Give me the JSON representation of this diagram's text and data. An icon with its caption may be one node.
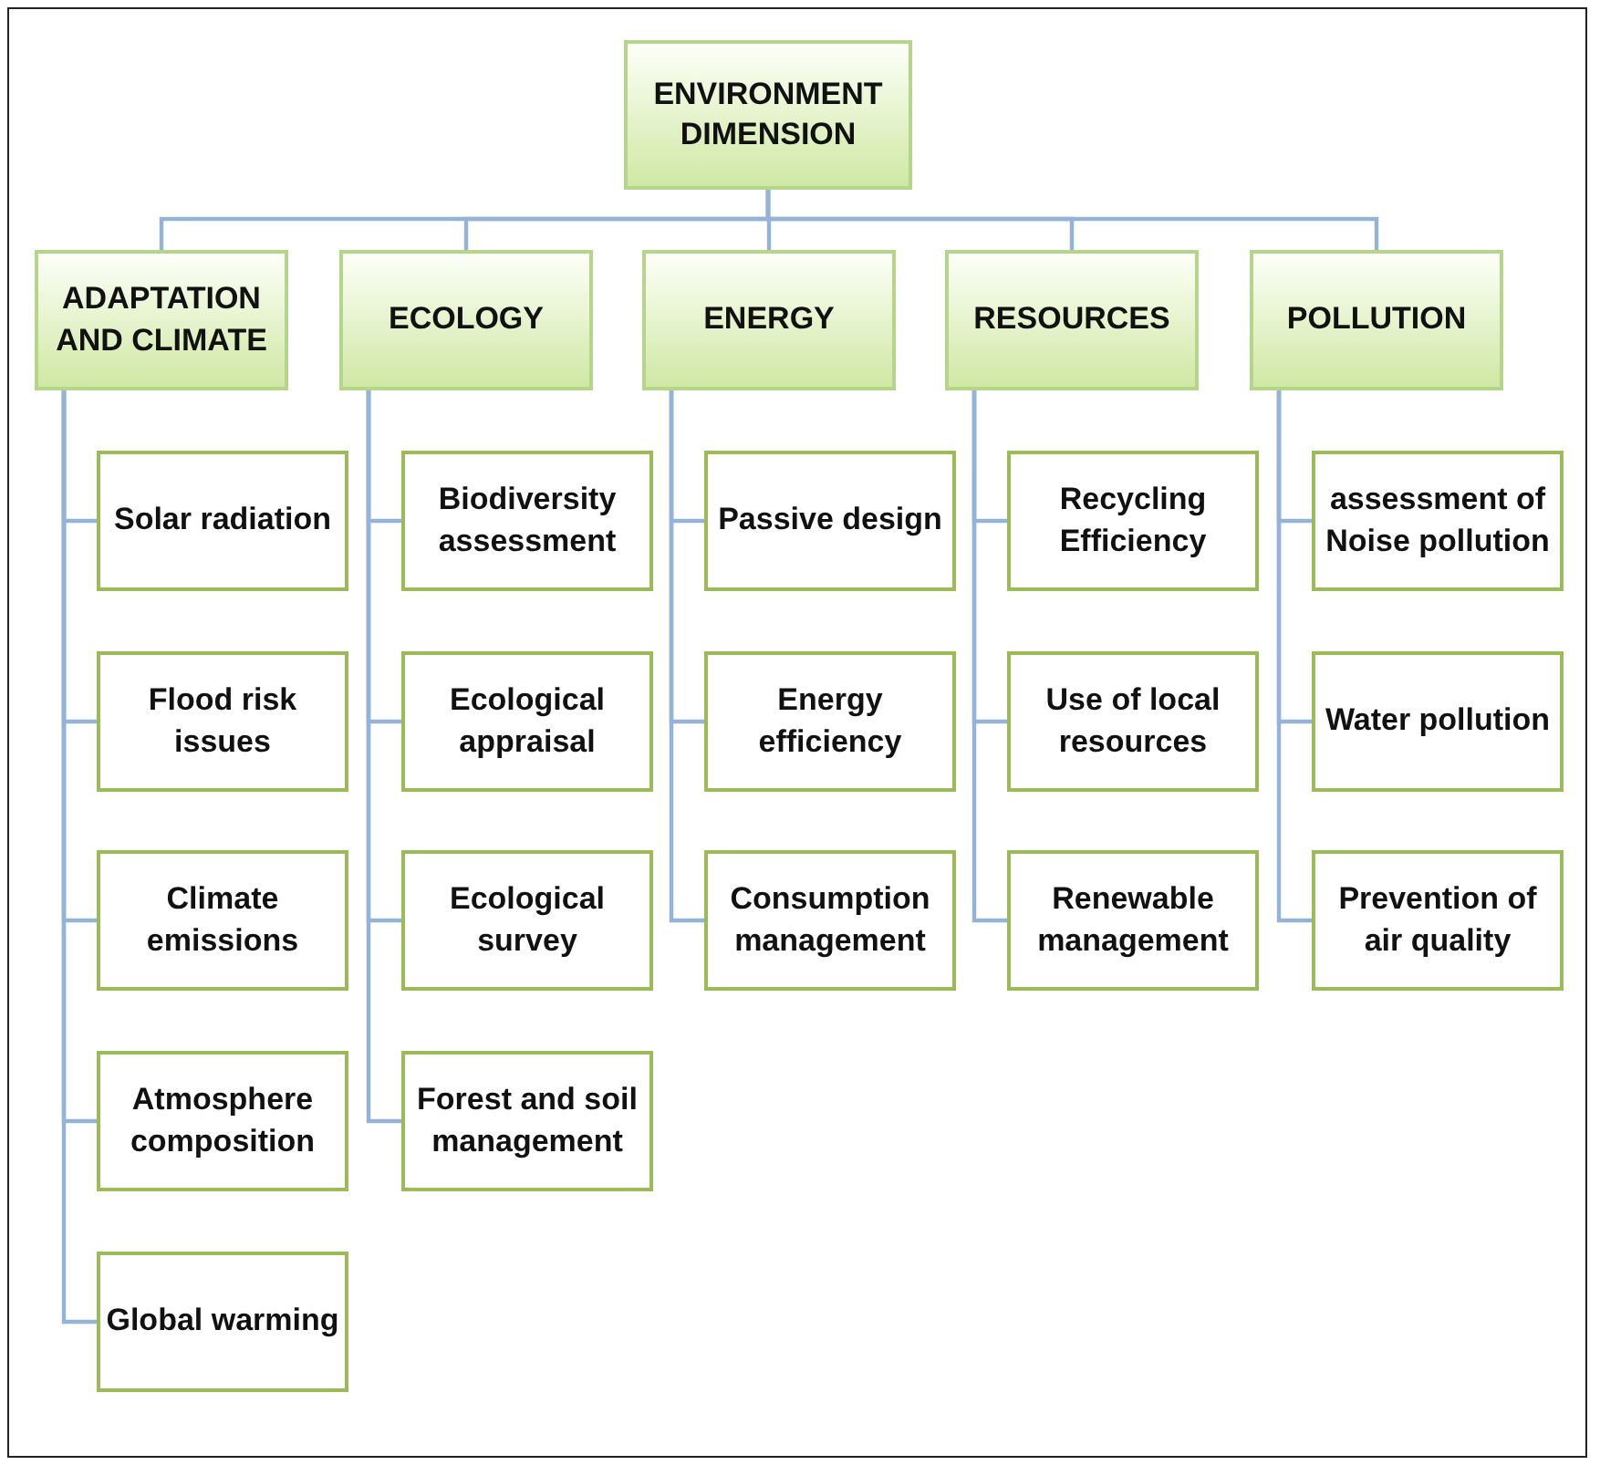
{
  "diagram": {
    "nodes": [
      {
        "text": [
          "ENVIRONMENT DIMENSION"
        ]
      },
      {
        "text": [
          "ADAPTATION AND CLIMATE"
        ]
      },
      {
        "text": [
          "ECOLOGY"
        ]
      },
      {
        "text": [
          "ENERGY"
        ]
      },
      {
        "text": [
          "RESOURCES"
        ]
      },
      {
        "text": [
          "POLLUTION"
        ]
      },
      {
        "text": [
          "Solar radiation"
        ]
      },
      {
        "text": [
          "Flood risk issues"
        ]
      },
      {
        "text": [
          "Climate emissions"
        ]
      },
      {
        "text": [
          "Atmosphere composition"
        ]
      },
      {
        "text": [
          "Global warming"
        ]
      },
      {
        "text": [
          "Biodiversity assessment"
        ]
      },
      {
        "text": [
          "Ecological appraisal"
        ]
      },
      {
        "text": [
          "Ecological survey"
        ]
      },
      {
        "text": [
          "Forest and soil management"
        ]
      },
      {
        "text": [
          "Passive design"
        ]
      },
      {
        "text": [
          "Energy efficiency"
        ]
      },
      {
        "text": [
          "Consumption management"
        ]
      },
      {
        "text": [
          "Recycling Efficiency"
        ]
      },
      {
        "text": [
          "Use of local resources"
        ]
      },
      {
        "text": [
          "Renewable management"
        ]
      },
      {
        "text": [
          "assessment of Noise pollution"
        ]
      },
      {
        "text": [
          "Water pollution"
        ]
      },
      {
        "text": [
          "Prevention of air quality"
        ]
      }
    ],
    "edges": [
      {
        "from": 0,
        "to": 1,
        "arrow": "none"
      },
      {
        "from": 0,
        "to": 2,
        "arrow": "none"
      },
      {
        "from": 0,
        "to": 3,
        "arrow": "none"
      },
      {
        "from": 0,
        "to": 4,
        "arrow": "none"
      },
      {
        "from": 0,
        "to": 5,
        "arrow": "none"
      },
      {
        "from": 1,
        "to": 6,
        "arrow": "none"
      },
      {
        "from": 1,
        "to": 7,
        "arrow": "none"
      },
      {
        "from": 1,
        "to": 8,
        "arrow": "none"
      },
      {
        "from": 1,
        "to": 9,
        "arrow": "none"
      },
      {
        "from": 1,
        "to": 10,
        "arrow": "none"
      },
      {
        "from": 2,
        "to": 11,
        "arrow": "none"
      },
      {
        "from": 2,
        "to": 12,
        "arrow": "none"
      },
      {
        "from": 2,
        "to": 13,
        "arrow": "none"
      },
      {
        "from": 2,
        "to": 14,
        "arrow": "none"
      },
      {
        "from": 3,
        "to": 15,
        "arrow": "none"
      },
      {
        "from": 3,
        "to": 16,
        "arrow": "none"
      },
      {
        "from": 3,
        "to": 17,
        "arrow": "none"
      },
      {
        "from": 4,
        "to": 18,
        "arrow": "none"
      },
      {
        "from": 4,
        "to": 19,
        "arrow": "none"
      },
      {
        "from": 4,
        "to": 20,
        "arrow": "none"
      },
      {
        "from": 5,
        "to": 21,
        "arrow": "none"
      },
      {
        "from": 5,
        "to": 22,
        "arrow": "none"
      },
      {
        "from": 5,
        "to": 23,
        "arrow": "none"
      }
    ]
  }
}
